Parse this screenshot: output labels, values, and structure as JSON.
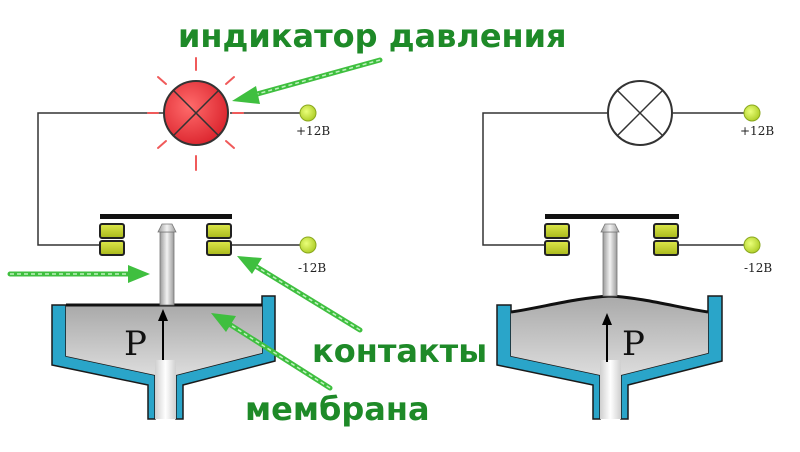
{
  "labels": {
    "pressure_indicator": "индикатор давления",
    "contacts": "контакты",
    "membrane": "мембрана"
  },
  "left_sensor": {
    "terminal_top": "+12В",
    "terminal_bottom": "-12В",
    "pressure_symbol": "P",
    "lamp_state": "on"
  },
  "right_sensor": {
    "terminal_top": "+12В",
    "terminal_bottom": "-12В",
    "pressure_symbol": "P",
    "lamp_state": "off"
  },
  "colors": {
    "label_green": "#1e8a28",
    "arrow_green": "#3fbf3f",
    "lamp_on": "#e8343a",
    "lamp_rays": "#f05a5a",
    "terminal": "#c8e632",
    "contact_block": "#c7d62a",
    "chamber_wall": "#2aa5c9",
    "chamber_fill": "#b4b4b4"
  }
}
